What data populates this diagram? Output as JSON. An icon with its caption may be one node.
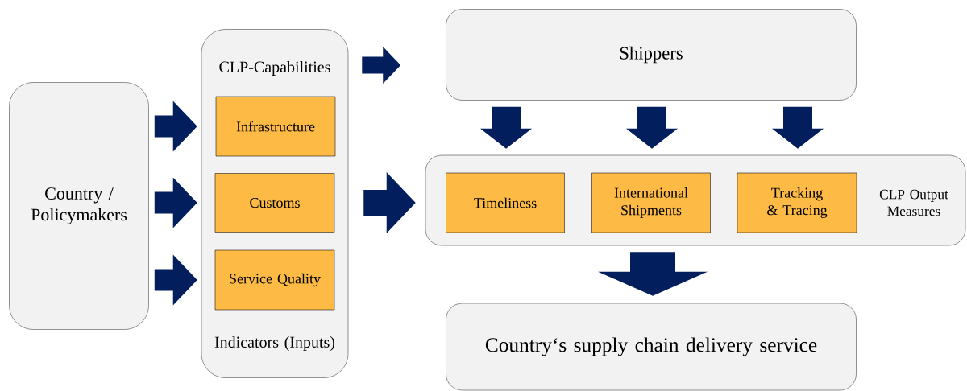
{
  "diagram": {
    "nodes": [
      {
        "text": [
          "Country / Policymakers"
        ]
      },
      {
        "text": [
          "CLP-Capabilities",
          "Indicators (Inputs)"
        ]
      },
      {
        "text": [
          "Infrastructure"
        ],
        "in": 1
      },
      {
        "text": [
          "Customs"
        ],
        "in": 1
      },
      {
        "text": [
          "Service Quality"
        ],
        "in": 1
      },
      {
        "text": [
          "Shippers"
        ]
      },
      {
        "text": [
          "CLP Output Measures"
        ]
      },
      {
        "text": [
          "Timeliness"
        ],
        "in": 6
      },
      {
        "text": [
          "International Shipments"
        ],
        "in": 6
      },
      {
        "text": [
          "Tracking & Tracing"
        ],
        "in": 6
      },
      {
        "text": [
          "Country‘s supply chain delivery service"
        ]
      }
    ],
    "edges": [
      {
        "from": 0,
        "to": 2,
        "arrow": "to"
      },
      {
        "from": 0,
        "to": 3,
        "arrow": "to"
      },
      {
        "from": 0,
        "to": 4,
        "arrow": "to"
      },
      {
        "from": 1,
        "to": 5,
        "arrow": "to"
      },
      {
        "from": 1,
        "to": 6,
        "arrow": "to"
      },
      {
        "from": 5,
        "to": 7,
        "arrow": "to"
      },
      {
        "from": 5,
        "to": 8,
        "arrow": "to"
      },
      {
        "from": 5,
        "to": 9,
        "arrow": "to"
      },
      {
        "from": 6,
        "to": 10,
        "arrow": "to"
      }
    ]
  }
}
